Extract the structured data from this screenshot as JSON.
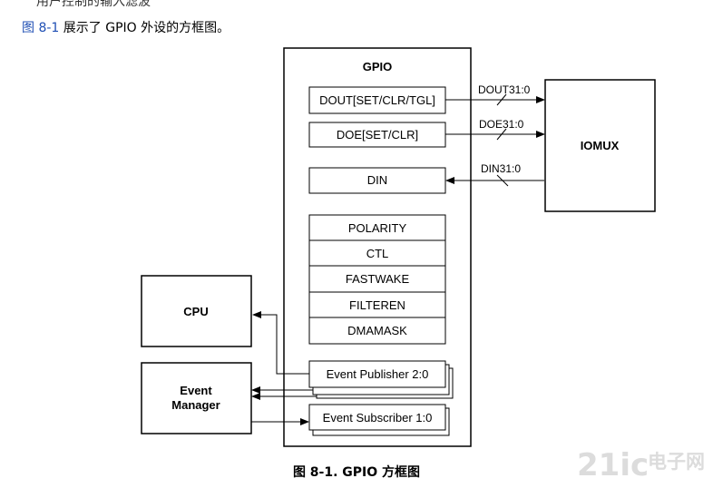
{
  "page": {
    "cut_off_line": "用户控制的输入滤波",
    "intro_ref": "图 8-1",
    "intro_text": " 展示了 GPIO 外设的方框图。"
  },
  "diagram": {
    "gpio_title": "GPIO",
    "registers_top": [
      "DOUT[SET/CLR/TGL]",
      "DOE[SET/CLR]",
      "DIN"
    ],
    "registers_config": [
      "POLARITY",
      "CTL",
      "FASTWAKE",
      "FILTEREN",
      "DMAMASK"
    ],
    "event_publisher": "Event Publisher 2:0",
    "event_subscriber": "Event Subscriber 1:0",
    "iomux": "IOMUX",
    "cpu": "CPU",
    "event_manager_line1": "Event",
    "event_manager_line2": "Manager",
    "bus_dout": "DOUT31:0",
    "bus_doe": "DOE31:0",
    "bus_din": "DIN31:0"
  },
  "caption": "图 8-1. GPIO 方框图",
  "watermark": {
    "logo_digits": "21ic",
    "logo_cn": "电子网"
  }
}
